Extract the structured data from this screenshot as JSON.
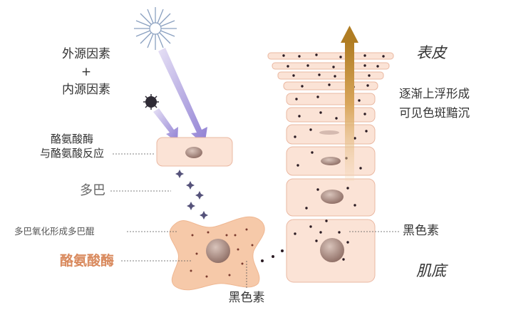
{
  "labels": {
    "external_source": "外源因素",
    "plus": "+",
    "internal_source": "内源因素",
    "tyrosinase_line1": "酪氨酸酶",
    "tyrosinase_line2": "与酪氨酸反应",
    "dopa": "多巴",
    "dopa_oxidation": "多巴氧化形成多巴醌",
    "tyrosinase_main": "酪氨酸酶",
    "melanin_bottom": "黑色素",
    "melanin_right": "黑色素",
    "epidermis": "表皮",
    "rise_line1": "逐渐上浮形成",
    "rise_line2": "可见色斑黯沉",
    "dermis": "肌底"
  },
  "colors": {
    "text": "#333333",
    "accent_orange": "#d98a5e",
    "arrow_purple": "#9b8ad8",
    "up_arrow_gold": "#c28a2a",
    "cell_fill": "#fbe3d6",
    "cell_stroke": "#eab8a2",
    "melanocyte_fill": "#f6c9a9",
    "nucleus": "#a7867d",
    "dot": "#2a1a22"
  },
  "icons": {
    "sun": "sun-icon",
    "particle": "dark-particle-icon"
  }
}
